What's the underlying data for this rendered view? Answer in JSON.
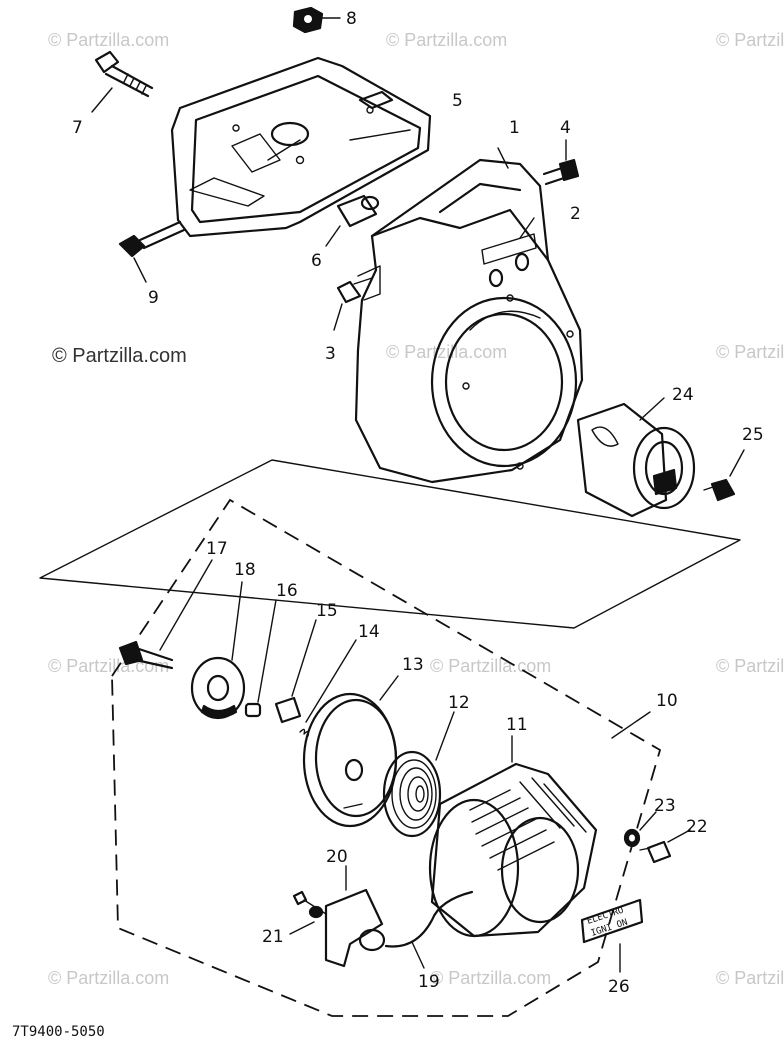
{
  "diagram_code": "7T9400-5050",
  "watermark": "© Partzilla.com",
  "watermark_faint": "© Partzilla.com",
  "callouts": [
    "1",
    "2",
    "3",
    "4",
    "5",
    "6",
    "7",
    "8",
    "9",
    "10",
    "11",
    "12",
    "13",
    "14",
    "15",
    "16",
    "17",
    "18",
    "19",
    "20",
    "21",
    "22",
    "23",
    "24",
    "25",
    "26"
  ],
  "plate_text": {
    "line1": "ELECTRO",
    "line2": "IGNI  ON"
  },
  "colors": {
    "ink": "#111111",
    "paper": "#ffffff",
    "watermark": "#c8c8c8"
  }
}
